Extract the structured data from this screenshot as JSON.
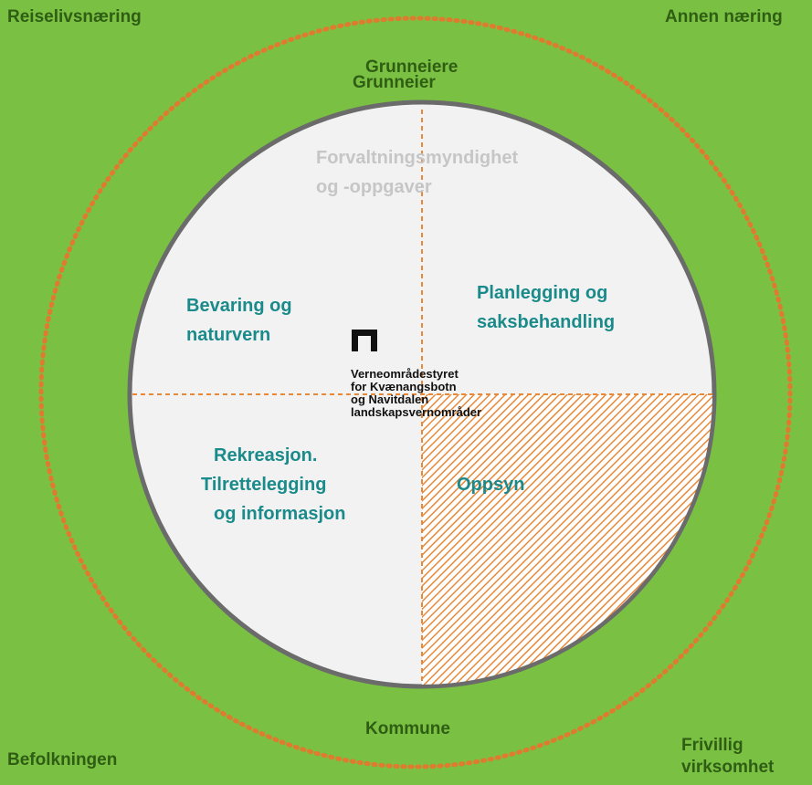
{
  "corners": {
    "top_left": "Reiselivsnæring",
    "top_right": "Annen næring",
    "bottom_left": "Befolkningen",
    "bottom_right_line1": "Frivillig",
    "bottom_right_line2": "virksomhet"
  },
  "ring": {
    "top_label_upper": "Grunneiere",
    "top_label_lower": "Grunneier",
    "bottom_label": "Kommune"
  },
  "center": {
    "top_line1": "Forvaltningsmyndighet",
    "top_line2": "og -oppgaver",
    "quadrants": {
      "top_left_line1": "Bevaring og",
      "top_left_line2": "naturvern",
      "top_right_line1": "Planlegging og",
      "top_right_line2": "saksbehandling",
      "bottom_left_line1": "Rekreasjon.",
      "bottom_left_line2": "Tilrettelegging",
      "bottom_left_line3": "og informasjon",
      "bottom_right": "Oppsyn"
    }
  },
  "logo": {
    "icon": "board-logo-icon",
    "line1": "Verneområdestyret",
    "line2": "for Kvænangsbotn",
    "line3": "og Navitdalen",
    "line4": "landskapsvernområder"
  },
  "colors": {
    "background": "#7ac143",
    "dotted_ring": "#e07a2f",
    "circle_fill": "#f2f2f2",
    "circle_border": "#6b6b6b",
    "quadrant_text": "#1a8a8a",
    "hatch": "#e8893a"
  }
}
